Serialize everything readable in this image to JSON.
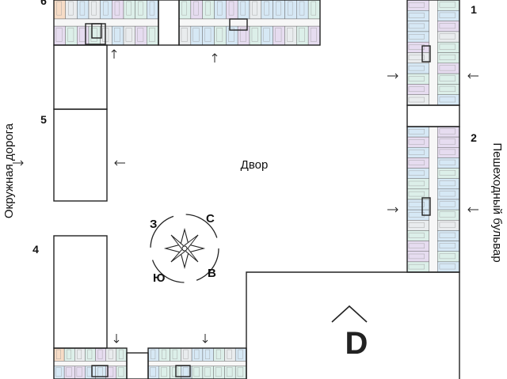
{
  "labels": {
    "courtyard": "Двор",
    "left_road": "Окружная дорога",
    "right_road": "Пешеходный бульвар",
    "logo_letter": "D"
  },
  "buildings": [
    {
      "id": "1",
      "label": "1"
    },
    {
      "id": "2",
      "label": "2"
    },
    {
      "id": "4",
      "label": "4"
    },
    {
      "id": "5",
      "label": "5"
    },
    {
      "id": "6",
      "label": "6"
    }
  ],
  "compass": {
    "north": "С",
    "east": "В",
    "south": "Ю",
    "west": "З"
  },
  "colors": {
    "line": "#222222",
    "unit_mint": "#dcefe9",
    "unit_blue": "#d6e8f5",
    "unit_lilac": "#e6dcf0",
    "unit_peach": "#f7dcc6",
    "unit_gray": "#e9ecee"
  }
}
